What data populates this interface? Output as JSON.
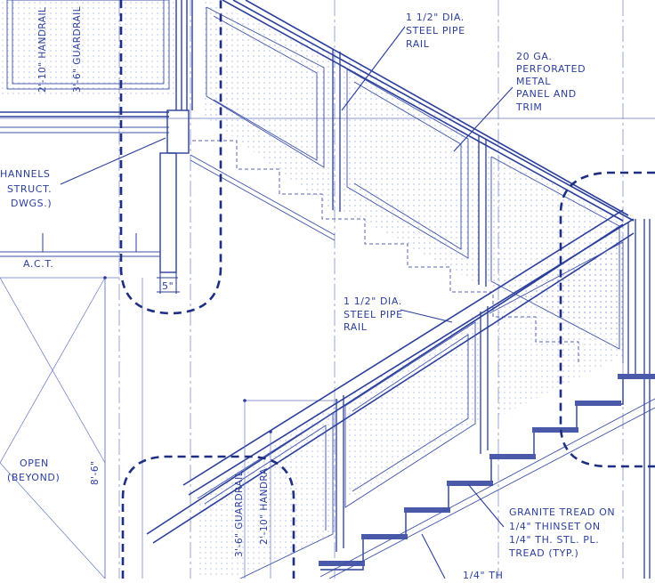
{
  "drawing": {
    "notes": {
      "pipe_rail_top": [
        "1 1/2\" DIA.",
        "STEEL PIPE",
        "RAIL"
      ],
      "perforated_panel": [
        "20 GA.",
        "PERFORATED",
        "METAL",
        "PANEL AND",
        "TRIM"
      ],
      "channels": [
        "HANNELS",
        "STRUCT.",
        "DWGS.)"
      ],
      "act": "A.C.T.",
      "dim_5in": "5\"",
      "pipe_rail_mid": [
        "1 1/2\" DIA.",
        "STEEL PIPE",
        "RAIL"
      ],
      "open_beyond": [
        "OPEN",
        "(BEYOND)"
      ],
      "dim_8_6": "8'-6\"",
      "granite_tread": [
        "GRANITE TREAD ON",
        "1/4\" THINSET ON",
        "1/4\" TH. STL. PL.",
        "TREAD (TYP.)"
      ],
      "cut_off_bottom": "1/4\" TH"
    },
    "vertical_labels": {
      "handrail_top": "2'-10\" HANDRAIL",
      "guardrail_top": "3'-6\" GUARDRAIL",
      "guardrail_bottom": "3'-6\" GUARDRAIL",
      "handrail_bottom": "2'-10\" HANDRA"
    },
    "colors": {
      "linework": "#2b3f99",
      "heavy_dashed": "#1e2f82",
      "panel_dots": "#9aa6dc",
      "tread_fill": "#4a5aa8",
      "background": "#ffffff"
    }
  }
}
